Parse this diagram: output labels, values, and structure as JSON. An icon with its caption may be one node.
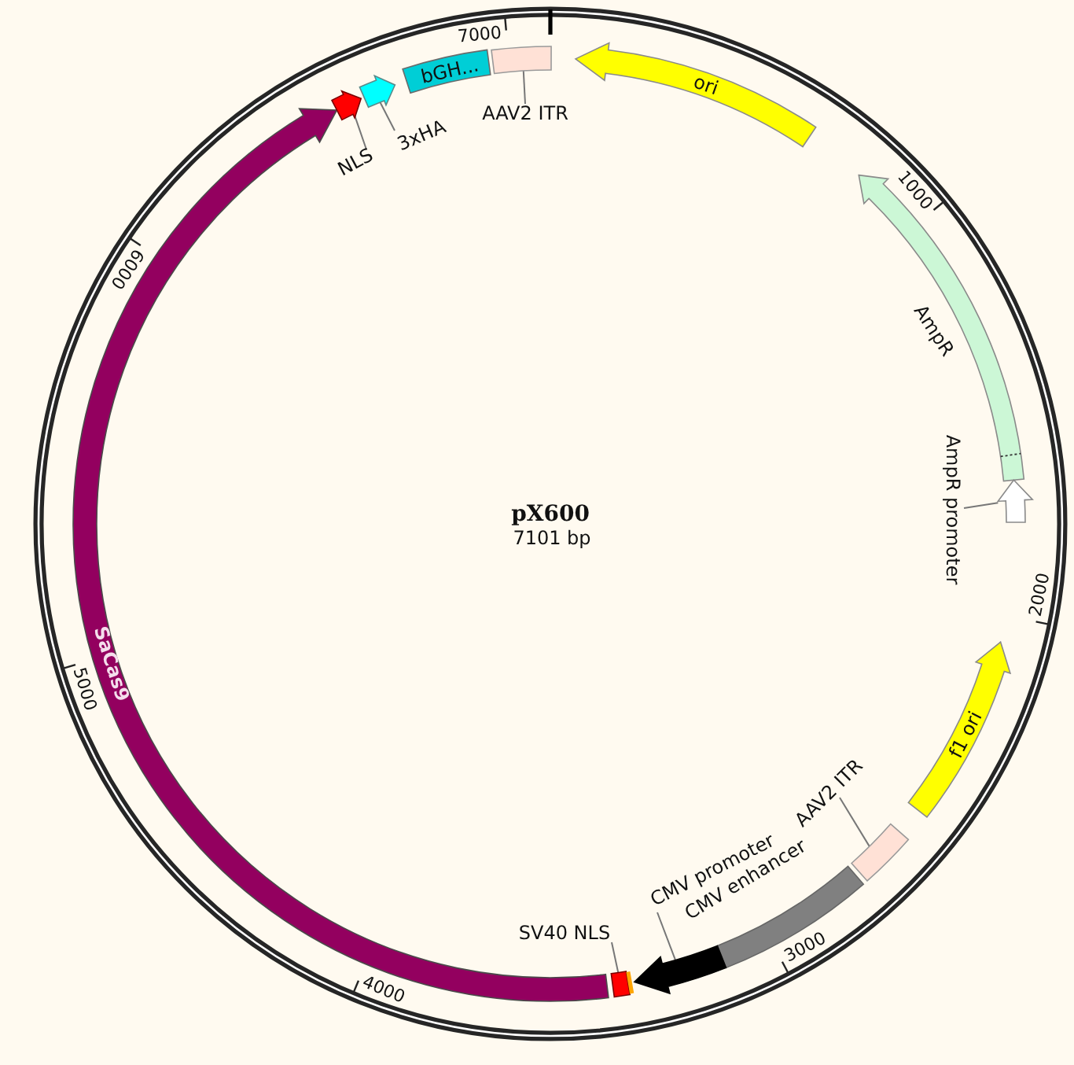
{
  "diagram": {
    "title": "pX600",
    "nodes": [
      {
        "text": [
          "bGH..."
        ]
      },
      {
        "text": [],
        "shape": "box"
      },
      {
        "text": [
          "AAV2 ITR"
        ]
      },
      {
        "text": [
          "ori"
        ]
      },
      {
        "text": [],
        "shape": "arrow",
        "beside": [
          "AmpR"
        ]
      },
      {
        "text": [],
        "shape": "arrow"
      },
      {
        "text": [
          "AmpR promoter"
        ]
      },
      {
        "text": [
          "f1 ori"
        ]
      },
      {
        "text": [],
        "shape": "box"
      },
      {
        "text": [
          "AAV2 ITR"
        ]
      },
      {
        "text": [],
        "shape": "box",
        "beside": [
          "CMV enhancer"
        ]
      },
      {
        "text": [],
        "shape": "arrow"
      },
      {
        "text": [
          "CMV promoter"
        ]
      },
      {
        "text": [],
        "shape": "box"
      },
      {
        "text": [
          "SV40 NLS"
        ]
      },
      {
        "text": [
          "SaCas9"
        ]
      },
      {
        "text": [],
        "shape": "arrow"
      },
      {
        "text": [
          "NLS"
        ]
      },
      {
        "text": [],
        "shape": "arrow"
      },
      {
        "text": [
          "3xHA"
        ]
      }
    ],
    "edges": [
      {
        "from": 2,
        "to": 1,
        "arrow": "none"
      },
      {
        "from": 6,
        "to": 5,
        "arrow": "none"
      },
      {
        "from": 9,
        "to": 8,
        "arrow": "none"
      },
      {
        "from": 12,
        "to": 11,
        "arrow": "none"
      },
      {
        "from": 14,
        "to": 13,
        "arrow": "none"
      },
      {
        "from": 17,
        "to": 16,
        "arrow": "none"
      },
      {
        "from": 19,
        "to": 18,
        "arrow": "none"
      }
    ],
    "labels": [
      "7101 bp",
      "1000",
      "2000",
      "3000",
      "4000",
      "5000",
      "6000",
      "7000"
    ]
  }
}
